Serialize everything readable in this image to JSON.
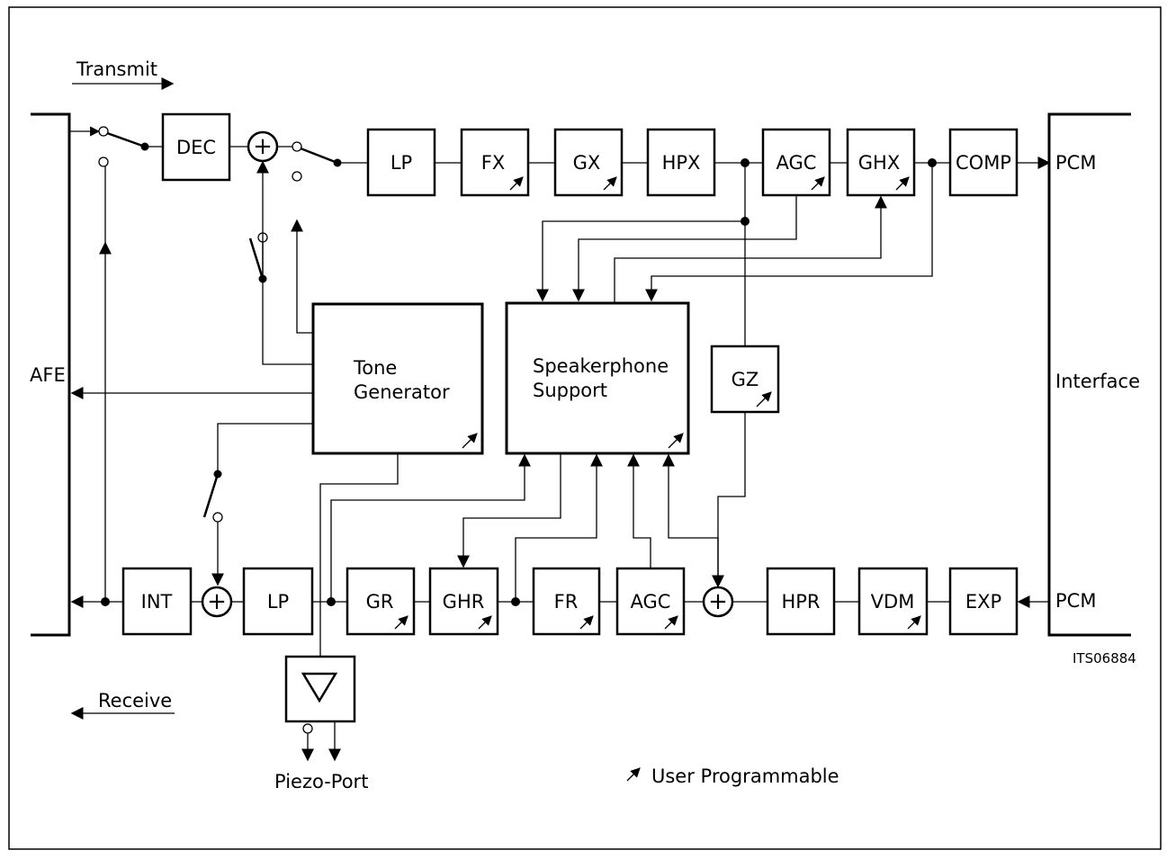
{
  "labels": {
    "transmit": "Transmit",
    "receive": "Receive",
    "afe": "AFE",
    "interface": "Interface",
    "pcm_tx": "PCM",
    "pcm_rx": "PCM",
    "piezo_port": "Piezo-Port",
    "figure_id": "ITS06884",
    "legend": "User Programmable"
  },
  "blocks": {
    "dec": "DEC",
    "lp_tx": "LP",
    "fx": "FX",
    "gx": "GX",
    "hpx": "HPX",
    "agc_tx": "AGC",
    "ghx": "GHX",
    "comp": "COMP",
    "tone_generator_line1": "Tone",
    "tone_generator_line2": "Generator",
    "speakerphone_line1": "Speakerphone",
    "speakerphone_line2": "Support",
    "gz": "GZ",
    "int": "INT",
    "lp_rx": "LP",
    "gr": "GR",
    "ghr": "GHR",
    "fr": "FR",
    "agc_rx": "AGC",
    "hpr": "HPR",
    "vdm": "VDM",
    "exp": "EXP"
  },
  "summer_symbol": "+"
}
